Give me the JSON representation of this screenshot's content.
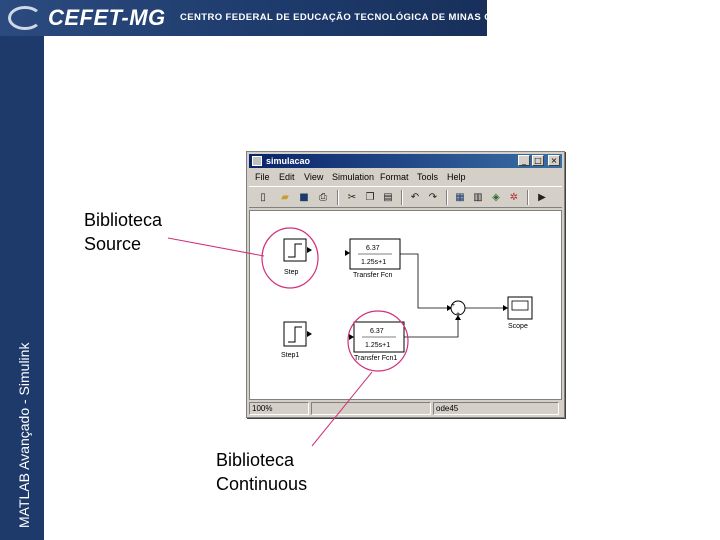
{
  "banner": {
    "logo": "CEFET-MG",
    "org_name": "CENTRO FEDERAL DE EDUCAÇÃO TECNOLÓGICA DE MINAS GERAIS"
  },
  "sidebar": {
    "text": "MATLAB Avançado - Simulink"
  },
  "callouts": {
    "source": [
      "Biblioteca",
      "Source"
    ],
    "continuous": [
      "Biblioteca",
      "Continuous"
    ]
  },
  "window": {
    "title": "simulacao",
    "controls": {
      "minimize": "_",
      "maximize": "□",
      "close": "×"
    },
    "menu": [
      "File",
      "Edit",
      "View",
      "Simulation",
      "Format",
      "Tools",
      "Help"
    ],
    "toolbar_icons": [
      "new-icon",
      "open-icon",
      "save-icon",
      "print-icon",
      "cut-icon",
      "copy-icon",
      "paste-icon",
      "undo-icon",
      "redo-icon",
      "library-icon",
      "model-browser-icon",
      "debug-icon",
      "settings-icon",
      "start-icon"
    ],
    "blocks": {
      "step": "Step",
      "step1": "Step1",
      "tf_num": "6.37",
      "tf_den": "1.25s+1",
      "tf": "Transfer Fcn",
      "tf1_num": "6.37",
      "tf1_den": "1.25s+1",
      "tf1": "Transfer Fcn1",
      "sum_plus_top": "+",
      "sum_plus_bottom": "+",
      "scope": "Scope"
    },
    "status": {
      "zoom": "100%",
      "empty": "",
      "solver": "ode45"
    }
  }
}
